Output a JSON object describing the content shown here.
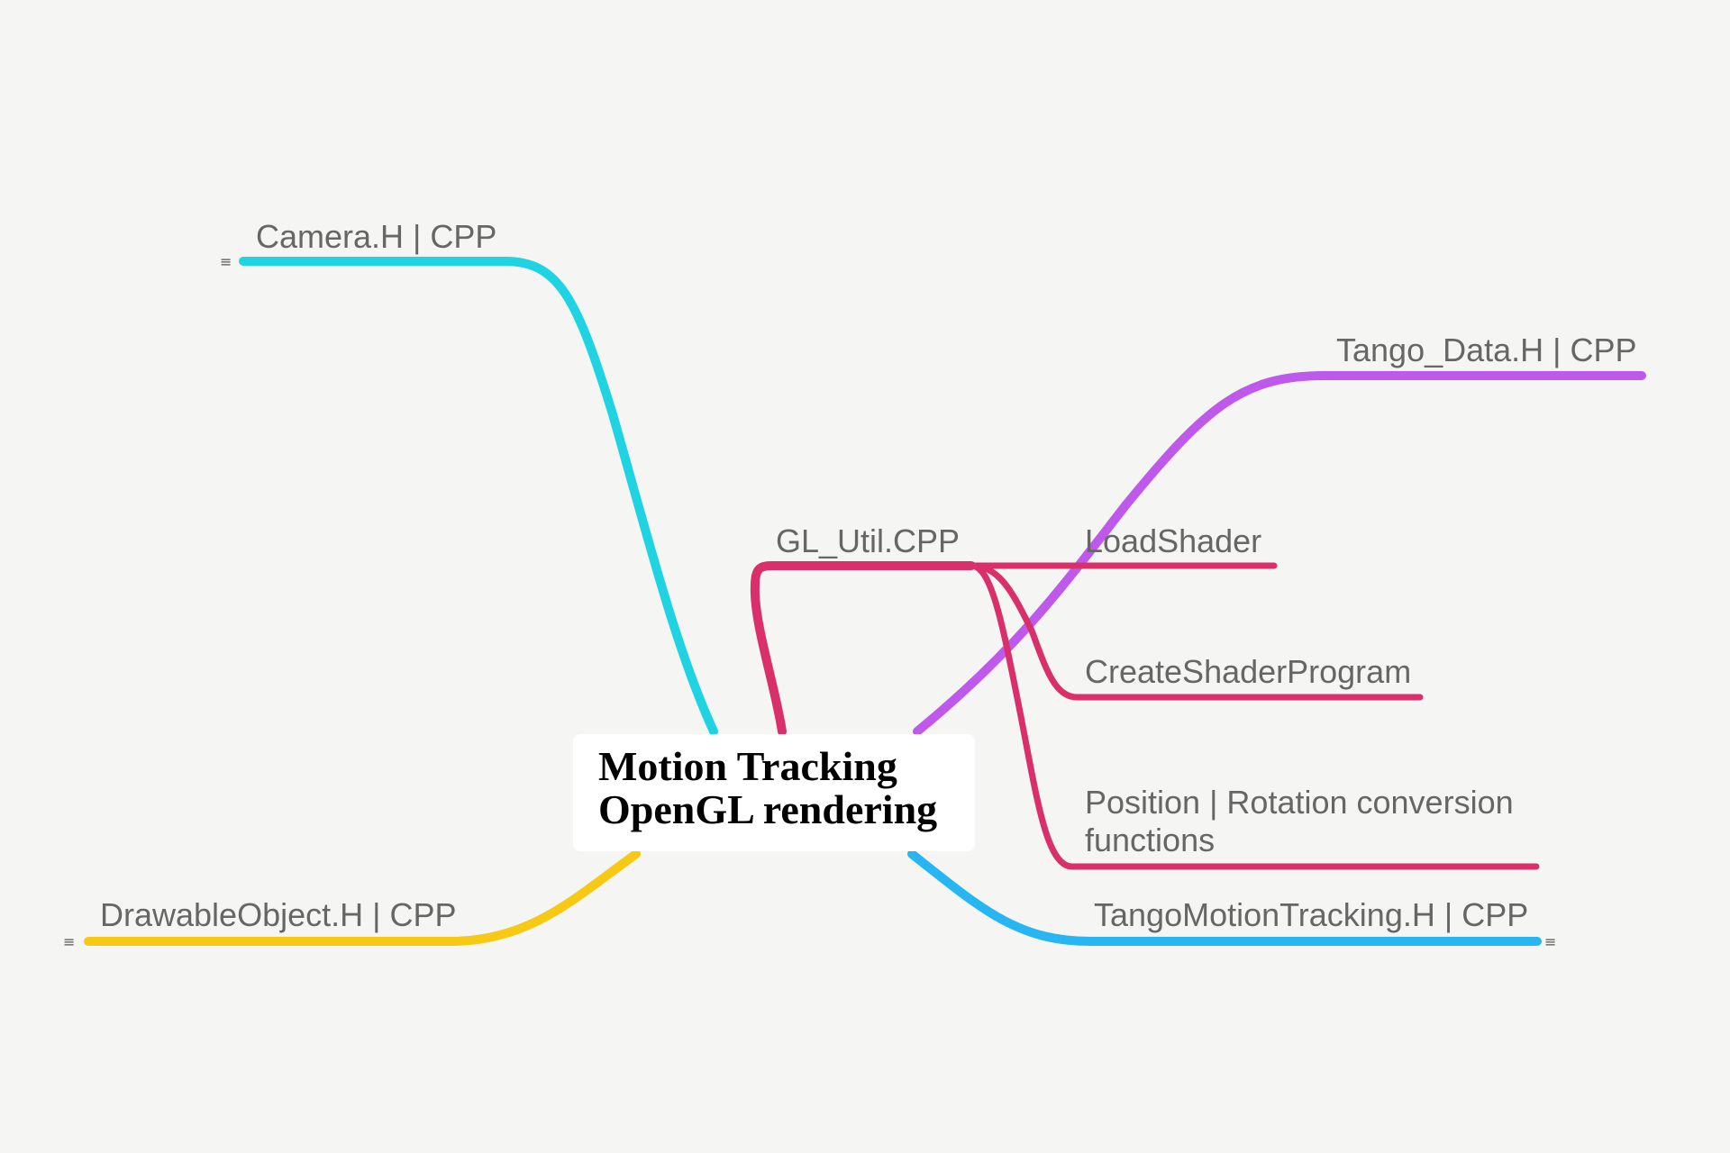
{
  "central_topic": {
    "line1": "Motion Tracking",
    "line2": "OpenGL rendering"
  },
  "branches": {
    "camera": {
      "label": "Camera.H | CPP",
      "color": "#1fd3e3",
      "collapse_icon": "≡"
    },
    "drawable": {
      "label": "DrawableObject.H | CPP",
      "color": "#f7c814",
      "collapse_icon": "≡"
    },
    "gl_util": {
      "label": "GL_Util.CPP",
      "color": "#d92f6b",
      "children": [
        {
          "label": "LoadShader"
        },
        {
          "label": "CreateShaderProgram"
        },
        {
          "label": "Position | Rotation conversion functions"
        }
      ]
    },
    "tango_data": {
      "label": "Tango_Data.H | CPP",
      "color": "#be59ec"
    },
    "tango_motion": {
      "label": "TangoMotionTracking.H | CPP",
      "color": "#27b6f2",
      "collapse_icon": "≡"
    }
  }
}
